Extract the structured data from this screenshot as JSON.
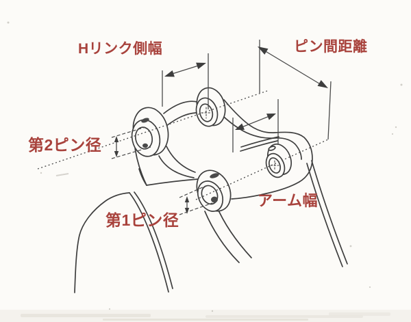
{
  "diagram": {
    "background_color": "#fcfbf8",
    "line_color": "#3e3e3e",
    "label_color": "#a8423c",
    "labels": {
      "h_link_width": "Hリンク側幅",
      "pin_distance": "ピン間距離",
      "pin2_diameter": "第2ピン径",
      "arm_width": "アーム幅",
      "pin1_diameter": "第1ピン径"
    }
  }
}
